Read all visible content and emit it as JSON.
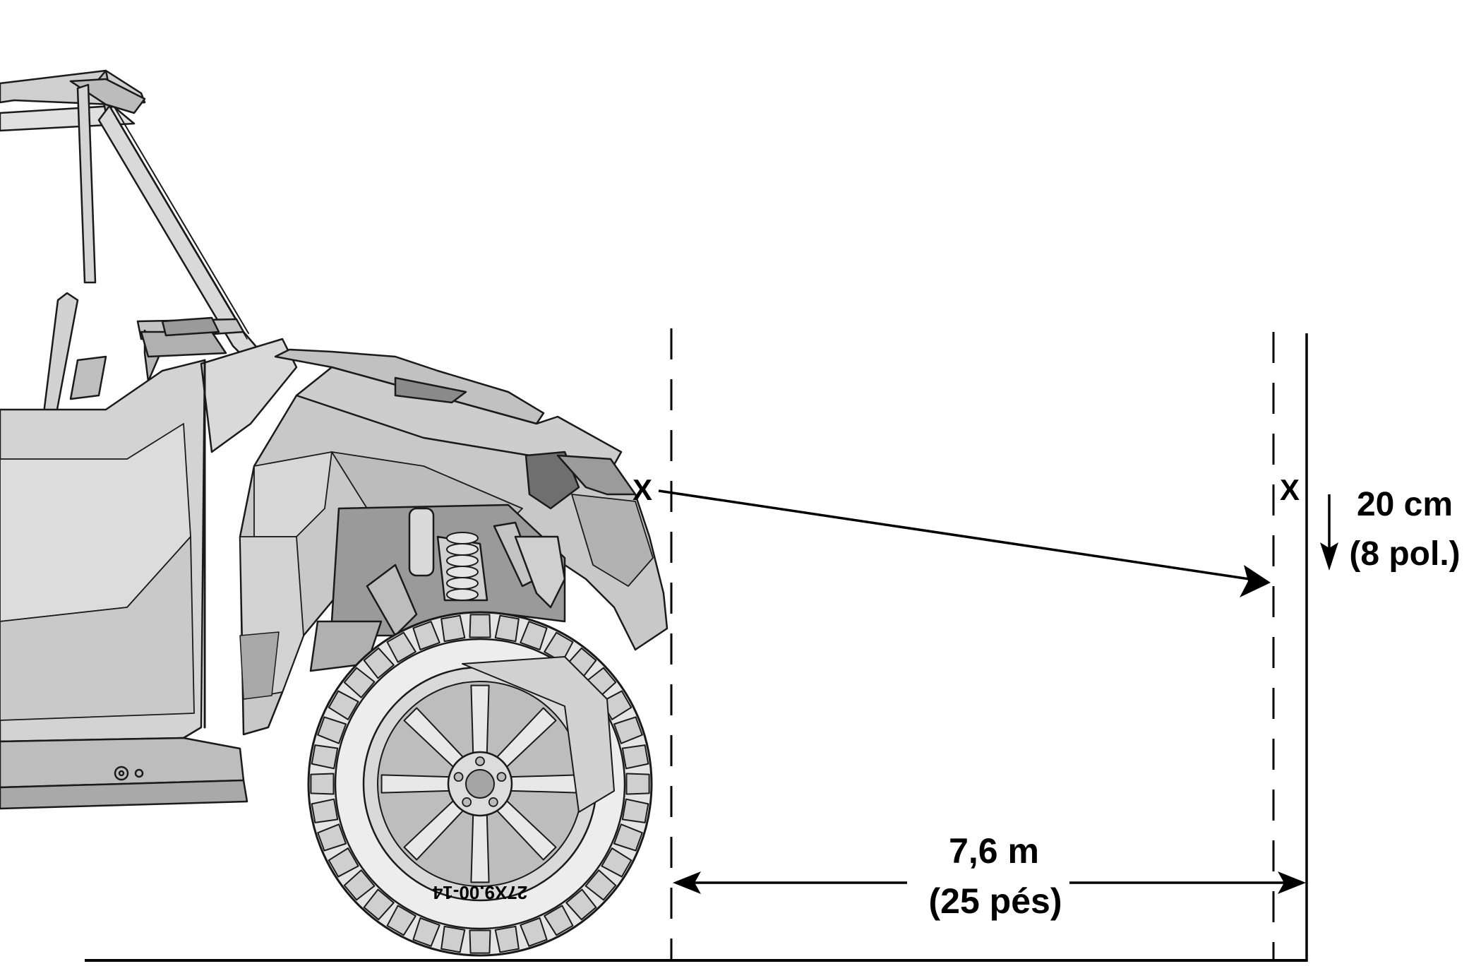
{
  "colors": {
    "ink": "#000000",
    "vehicle_body": "#d6d6d6",
    "vehicle_dark": "#8f8f8f",
    "tire": "#e2e2e2",
    "background": "#ffffff"
  },
  "markers": {
    "headlight_mark": "X",
    "wall_mark": "X"
  },
  "labels": {
    "drop_metric": "20 cm",
    "drop_imperial": "(8 pol.)",
    "distance_metric": "7,6 m",
    "distance_imperial": "(25 pés)",
    "tire_size": "27X9.00-14"
  },
  "icons": {
    "vehicle": "utv-side-view-illustration",
    "beam_arrow": "arrow-right-icon",
    "drop_arrow": "arrow-down-icon",
    "distance_arrow": "double-headed-arrow-icon"
  }
}
